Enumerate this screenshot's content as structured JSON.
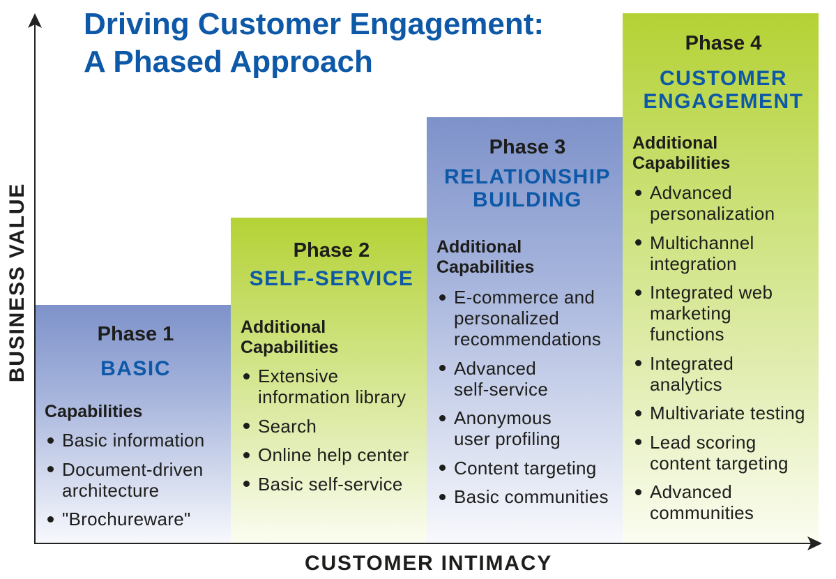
{
  "title": {
    "lines": [
      "Driving Customer Engagement:",
      "A Phased Approach"
    ]
  },
  "axes": {
    "y_label": "BUSINESS VALUE",
    "x_label": "CUSTOMER INTIMACY"
  },
  "colors": {
    "title_blue": "#0d58a7",
    "text_dark": "#1d1d1b",
    "axis": "#222222",
    "blue_phase_top": "#7e92ca",
    "green_phase_top": "#b4d235"
  },
  "phases": [
    {
      "label": "Phase 1",
      "name": "BASIC",
      "color": "blue",
      "heading": "Capabilities",
      "items": [
        "Basic information",
        "Document-driven\narchitecture",
        "\"Brochureware\""
      ]
    },
    {
      "label": "Phase 2",
      "name": "SELF-SERVICE",
      "color": "green",
      "heading": "Additional\nCapabilities",
      "items": [
        "Extensive\ninformation library",
        "Search",
        "Online help center",
        "Basic self-service"
      ]
    },
    {
      "label": "Phase 3",
      "name": "RELATIONSHIP\nBUILDING",
      "color": "blue",
      "heading": "Additional\nCapabilities",
      "items": [
        "E-commerce and\npersonalized\nrecommendations",
        "Advanced\nself-service",
        "Anonymous\nuser profiling",
        "Content targeting",
        "Basic communities"
      ]
    },
    {
      "label": "Phase 4",
      "name": "CUSTOMER\nENGAGEMENT",
      "color": "green",
      "heading": "Additional\nCapabilities",
      "items": [
        "Advanced\npersonalization",
        "Multichannel\nintegration",
        "Integrated web\nmarketing\nfunctions",
        "Integrated\nanalytics",
        "Multivariate testing",
        "Lead scoring\ncontent targeting",
        "Advanced\ncommunities"
      ]
    }
  ]
}
